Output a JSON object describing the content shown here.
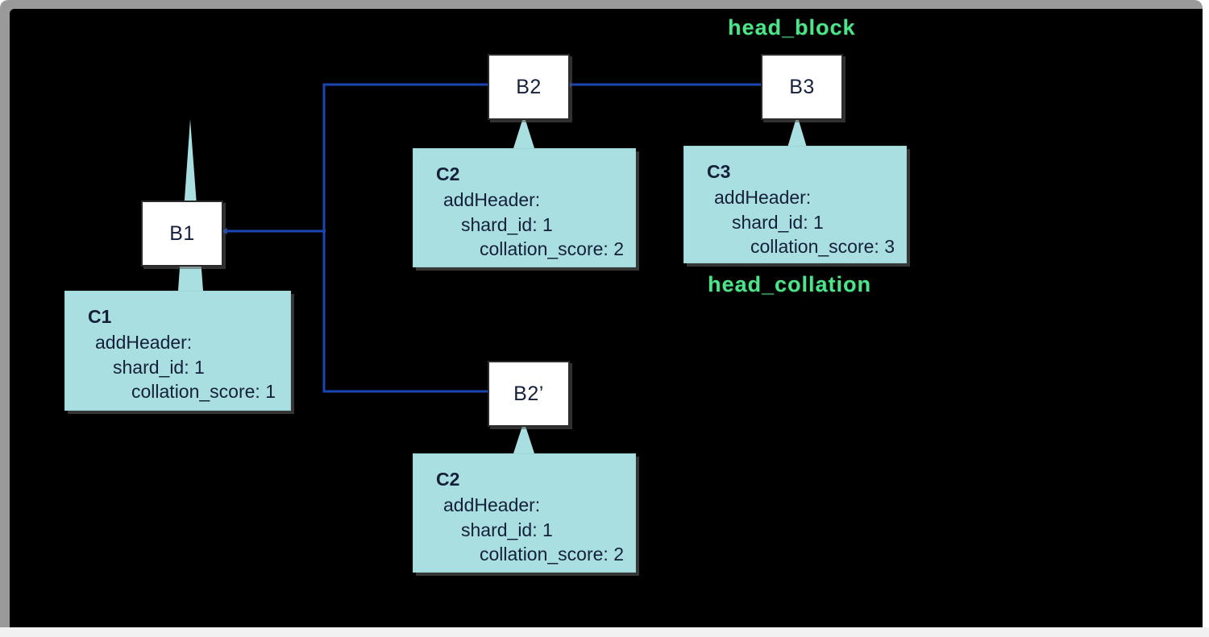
{
  "diagram": {
    "title_labels": {
      "head_block": "head_block",
      "head_collation": "head_collation"
    },
    "colors": {
      "background": "#000000",
      "frame": "#9a9a9a",
      "block_fill": "#ffffff",
      "block_border": "#2b2b2b",
      "block_text": "#16213e",
      "collation_fill": "#a9dfe1",
      "collation_text": "#14203a",
      "link_blue": "#1a46b4",
      "link_cyan": "#a9dfe1",
      "head_label_green": "#4ee48a"
    },
    "blocks": [
      {
        "id": "b1",
        "label": "B1"
      },
      {
        "id": "b2",
        "label": "B2"
      },
      {
        "id": "b3",
        "label": "B3"
      },
      {
        "id": "b2p",
        "label": "B2’"
      }
    ],
    "collations": [
      {
        "id": "c1",
        "name": "C1",
        "line1": "addHeader:",
        "line2": "shard_id: 1",
        "line3": "collation_score: 1"
      },
      {
        "id": "c2",
        "name": "C2",
        "line1": "addHeader:",
        "line2": "shard_id: 1",
        "line3": "collation_score: 2"
      },
      {
        "id": "c3",
        "name": "C3",
        "line1": "addHeader:",
        "line2": "shard_id: 1",
        "line3": "collation_score: 3"
      },
      {
        "id": "c2p",
        "name": "C2",
        "line1": "addHeader:",
        "line2": "shard_id: 1",
        "line3": "collation_score: 2"
      }
    ]
  }
}
